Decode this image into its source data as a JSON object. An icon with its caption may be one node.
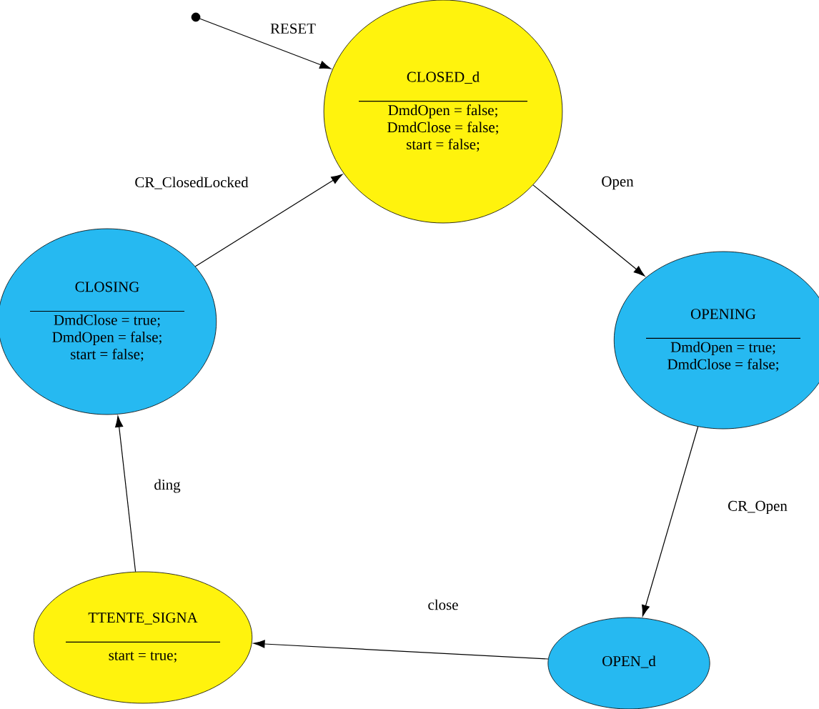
{
  "diagram": {
    "nodes": [
      {
        "text": [],
        "shape": "circle"
      },
      {
        "text": [
          "CLOSED_d",
          "DmdOpen = false; DmdClose = false; start = false;"
        ]
      },
      {
        "text": [
          "CLOSING",
          "DmdClose = true; DmdOpen = false; start = false;"
        ]
      },
      {
        "text": [
          "OPENING",
          "DmdOpen = true; DmdClose = false;"
        ]
      },
      {
        "text": [
          "TTENTE_SIGNA",
          "start = true;"
        ]
      },
      {
        "text": [
          "OPEN_d"
        ]
      }
    ],
    "edges": [
      {
        "from": 0,
        "to": 1,
        "arrow": "to",
        "label": "RESET"
      },
      {
        "from": 2,
        "to": 1,
        "arrow": "to",
        "label": "CR_ClosedLocked"
      },
      {
        "from": 1,
        "to": 3,
        "arrow": "to",
        "label": "Open"
      },
      {
        "from": 3,
        "to": 5,
        "arrow": "to",
        "label": "CR_Open"
      },
      {
        "from": 5,
        "to": 4,
        "arrow": "to",
        "label": "close"
      },
      {
        "from": 4,
        "to": 2,
        "arrow": "to",
        "label": "ding"
      }
    ]
  }
}
